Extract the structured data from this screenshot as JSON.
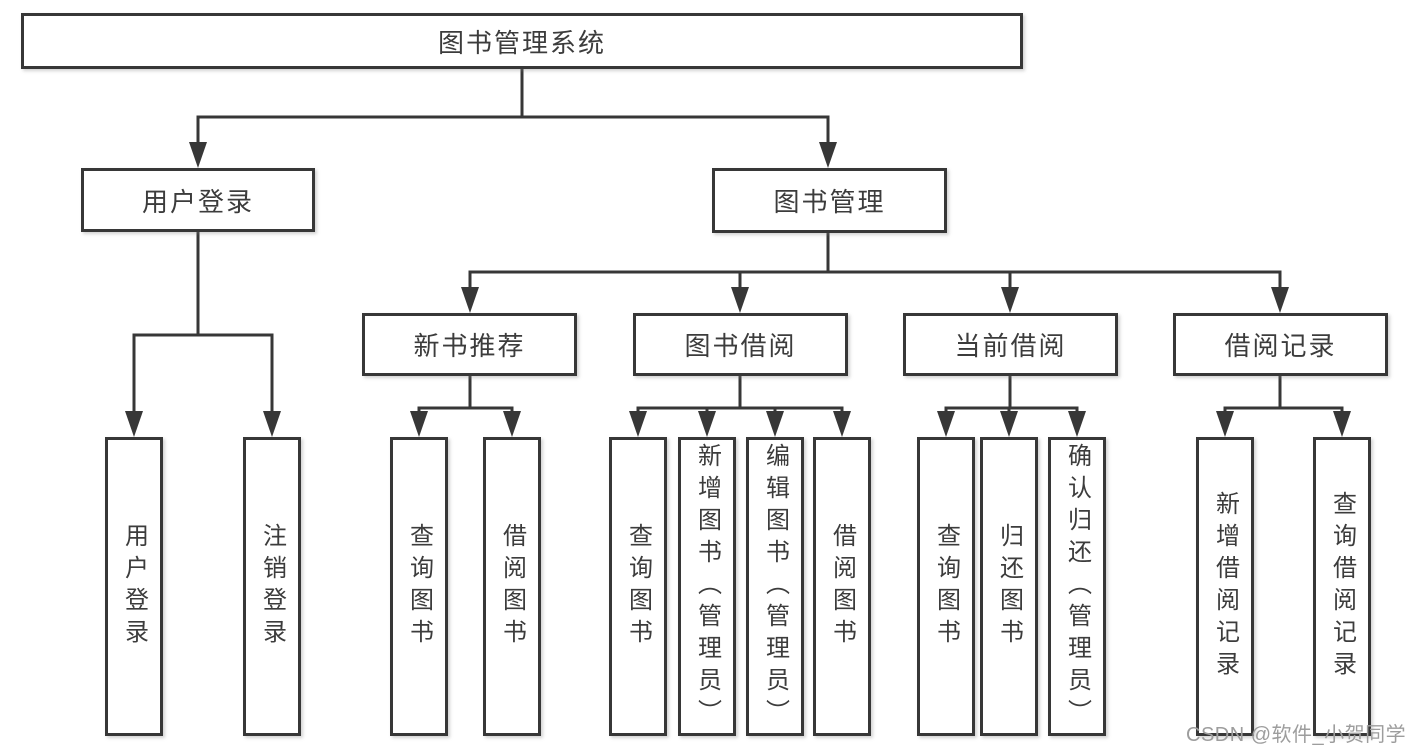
{
  "watermark": "CSDN @软件_小贺同学",
  "colors": {
    "line": "#373737",
    "box_border": "#373737",
    "box_fill": "#ffffff",
    "text": "#3c3c3c",
    "watermark_text": "#9d9d9d",
    "background": "#ffffff"
  },
  "tree": {
    "root": {
      "label": "图书管理系统"
    },
    "branches": [
      {
        "label": "用户登录",
        "children": [
          {
            "label": "用户登录"
          },
          {
            "label": "注销登录"
          }
        ]
      },
      {
        "label": "图书管理",
        "children": [
          {
            "label": "新书推荐",
            "children": [
              {
                "label": "查询图书"
              },
              {
                "label": "借阅图书"
              }
            ]
          },
          {
            "label": "图书借阅",
            "children": [
              {
                "label": "查询图书"
              },
              {
                "label": "新增图书（管理员）"
              },
              {
                "label": "编辑图书（管理员）"
              },
              {
                "label": "借阅图书"
              }
            ]
          },
          {
            "label": "当前借阅",
            "children": [
              {
                "label": "查询图书"
              },
              {
                "label": "归还图书"
              },
              {
                "label": "确认归还（管理员）"
              }
            ]
          },
          {
            "label": "借阅记录",
            "children": [
              {
                "label": "新增借阅记录"
              },
              {
                "label": "查询借阅记录"
              }
            ]
          }
        ]
      }
    ]
  }
}
